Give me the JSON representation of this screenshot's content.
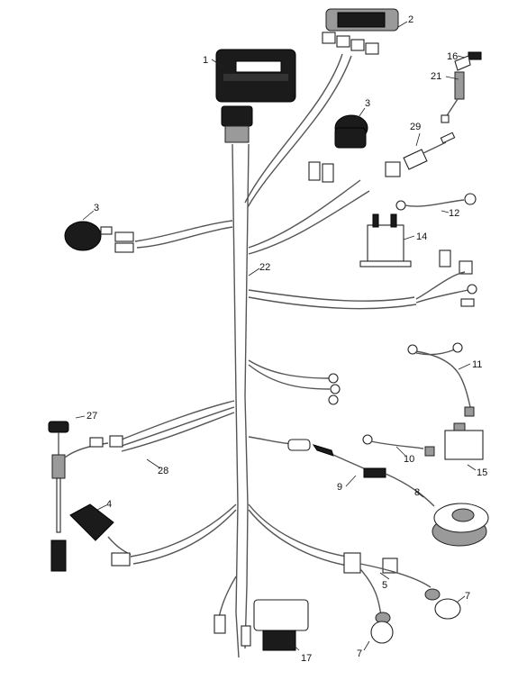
{
  "diagram": {
    "callouts": [
      {
        "id": "c1",
        "text": "1"
      },
      {
        "id": "c2",
        "text": "2"
      },
      {
        "id": "c3a",
        "text": "3"
      },
      {
        "id": "c3b",
        "text": "3"
      },
      {
        "id": "c4",
        "text": "4"
      },
      {
        "id": "c5",
        "text": "5"
      },
      {
        "id": "c7a",
        "text": "7"
      },
      {
        "id": "c7b",
        "text": "7"
      },
      {
        "id": "c8",
        "text": "8"
      },
      {
        "id": "c9",
        "text": "9"
      },
      {
        "id": "c10",
        "text": "10"
      },
      {
        "id": "c11",
        "text": "11"
      },
      {
        "id": "c12",
        "text": "12"
      },
      {
        "id": "c14",
        "text": "14"
      },
      {
        "id": "c15",
        "text": "15"
      },
      {
        "id": "c16",
        "text": "16"
      },
      {
        "id": "c17",
        "text": "17"
      },
      {
        "id": "c21",
        "text": "21"
      },
      {
        "id": "c22",
        "text": "22"
      },
      {
        "id": "c27",
        "text": "27"
      },
      {
        "id": "c28",
        "text": "28"
      },
      {
        "id": "c29",
        "text": "29"
      }
    ]
  }
}
